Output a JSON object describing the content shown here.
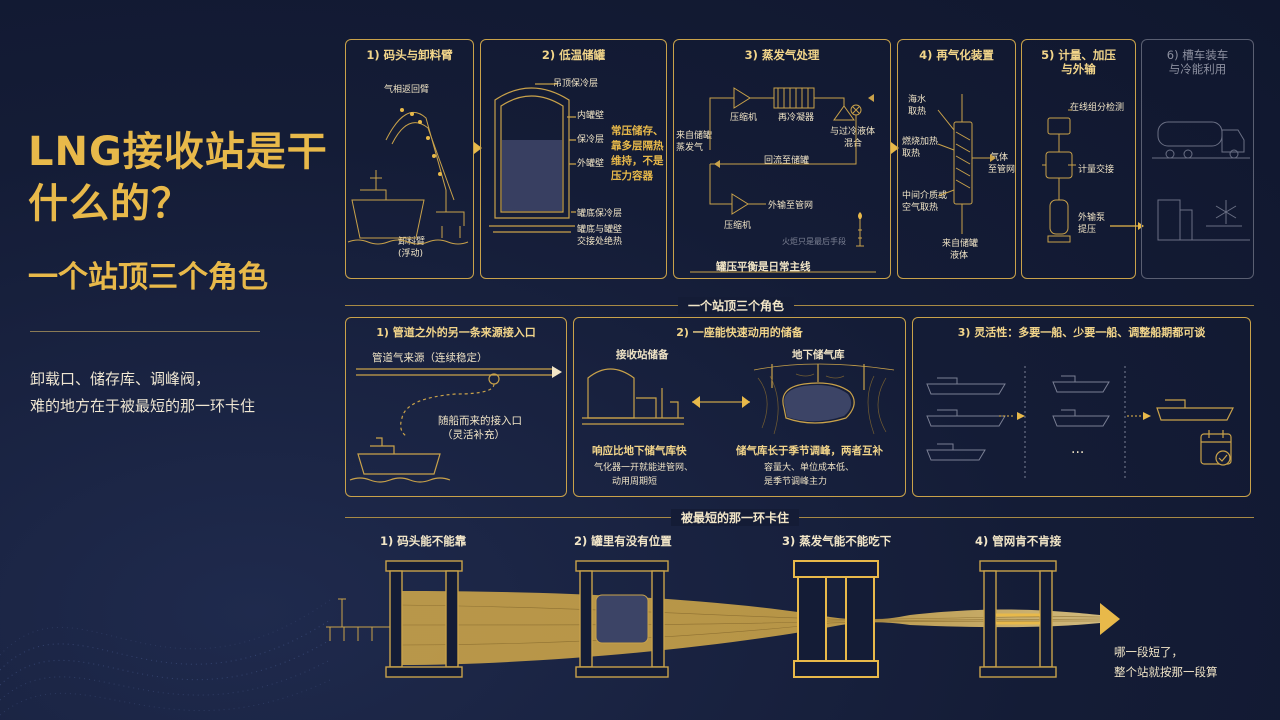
{
  "title": "LNG接收站是干什么的？",
  "subtitle": "一个站顶三个角色",
  "description": [
    "卸载口、储存库、调峰阀，",
    "难的地方在于被最短的那一环卡住"
  ],
  "process": {
    "steps": [
      {
        "title": "1) 码头与卸料臂",
        "labels": [
          "气相返回臂",
          "卸料臂",
          "(浮动)"
        ]
      },
      {
        "title": "2) 低温储罐",
        "labels": [
          "吊顶保冷层",
          "内罐壁",
          "保冷层",
          "外罐壁",
          "罐底保冷层",
          "罐底与罐壁",
          "交接处绝热"
        ],
        "highlight": [
          "常压储存、",
          "靠多层隔热",
          "维持，不是",
          "压力容器"
        ]
      },
      {
        "title": "3) 蒸发气处理",
        "labels": [
          "来自储罐",
          "蒸发气",
          "压缩机",
          "再冷凝器",
          "与过冷液体",
          "混合",
          "回流至储罐",
          "外输至管网",
          "压缩机",
          "火炬只是最后手段"
        ],
        "footer": "罐压平衡是日常主线"
      },
      {
        "title": "4) 再气化装置",
        "labels": [
          "海水",
          "取热",
          "燃烧加热",
          "取热",
          "中间介质或",
          "空气取热",
          "气体",
          "至管网",
          "来自储罐",
          "液体"
        ]
      },
      {
        "title_lines": [
          "5) 计量、加压",
          "与外输"
        ],
        "labels": [
          "在线组分检测",
          "计量交接",
          "外输泵",
          "提压"
        ]
      },
      {
        "title_lines": [
          "6) 槽车装车",
          "与冷能利用"
        ]
      }
    ]
  },
  "roles": {
    "heading": "一个站顶三个角色",
    "items": [
      {
        "title": "1) 管道之外的另一条来源接入口",
        "labels": [
          "管道气来源（连续稳定）",
          "随船而来的接入口",
          "（灵活补充）"
        ]
      },
      {
        "title": "2) 一座能快速动用的储备",
        "labels": [
          "接收站储备",
          "地下储气库"
        ],
        "caption_left": [
          "响应比地下储气库快",
          "气化器一开就能进管网、",
          "动用周期短"
        ],
        "caption_right": [
          "储气库长于季节调峰，两者互补",
          "容量大、单位成本低、",
          "是季节调峰主力"
        ]
      },
      {
        "title": "3) 灵活性：多要一船、少要一船、调整船期都可谈",
        "ellipsis": "..."
      }
    ]
  },
  "bottleneck": {
    "heading": "被最短的那一环卡住",
    "stages": [
      "1) 码头能不能靠",
      "2) 罐里有没有位置",
      "3) 蒸发气能不能吃下",
      "4) 管网肯不肯接"
    ],
    "conclusion": [
      "哪一段短了，",
      "整个站就按那一段算"
    ]
  },
  "colors": {
    "background": "#141c36",
    "accent": "#e8b94a",
    "line": "#c9a24a",
    "text": "#f2e6c8"
  }
}
